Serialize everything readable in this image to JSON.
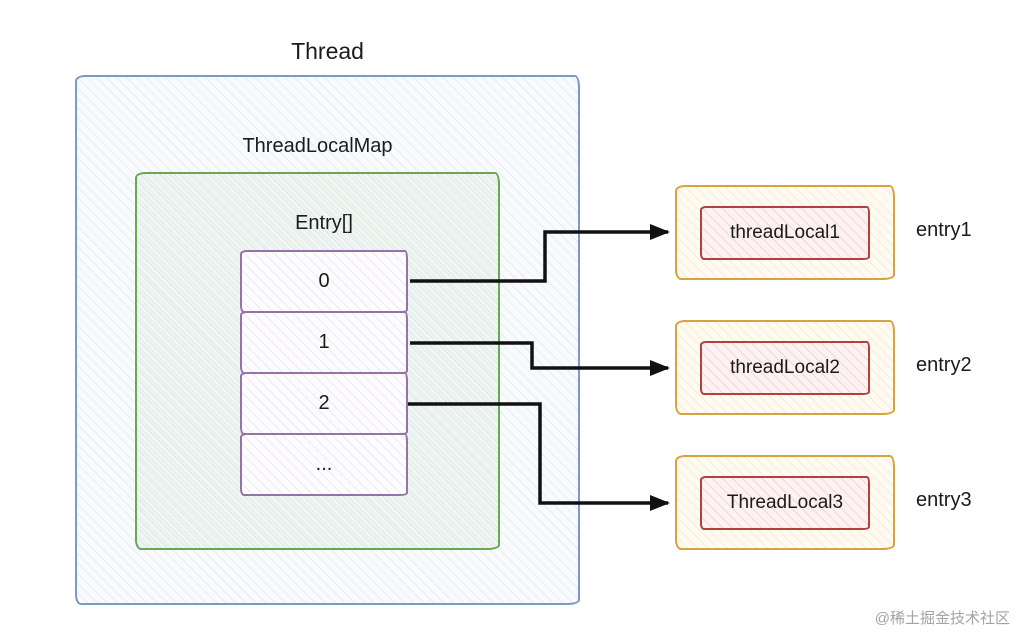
{
  "diagram": {
    "thread_label": "Thread",
    "map_label": "ThreadLocalMap",
    "array_label": "Entry[]",
    "slots": [
      "0",
      "1",
      "2",
      "..."
    ],
    "targets": [
      {
        "name": "threadLocal1",
        "entry": "entry1"
      },
      {
        "name": "threadLocal2",
        "entry": "entry2"
      },
      {
        "name": "ThreadLocal3",
        "entry": "entry3"
      }
    ],
    "watermark": "@稀土掘金技术社区"
  },
  "colors": {
    "thread_border": "#7b99c9",
    "map_border": "#69a84f",
    "slot_border": "#9673a6",
    "target_border": "#d6a33c",
    "target_inner_border": "#b0413e",
    "arrow": "#111111",
    "watermark_text": "#a3a3a3"
  }
}
